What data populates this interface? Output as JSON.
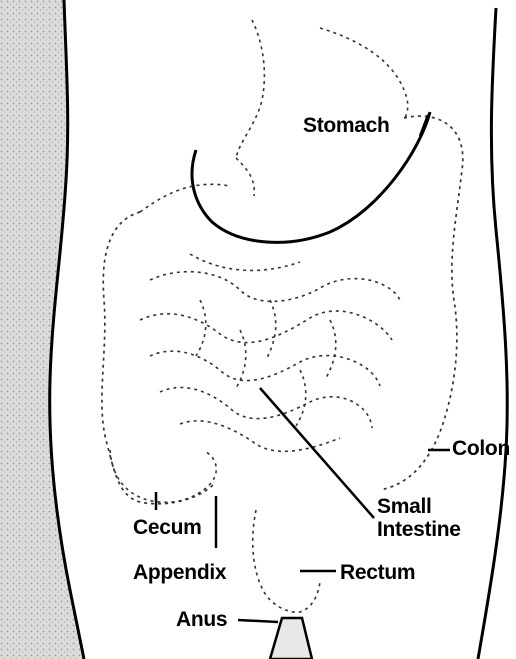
{
  "diagram": {
    "labels": {
      "stomach": "Stomach",
      "colon": "Colon",
      "small_intestine_line1": "Small",
      "small_intestine_line2": "Intestine",
      "cecum": "Cecum",
      "appendix": "Appendix",
      "rectum": "Rectum",
      "anus": "Anus"
    },
    "colors": {
      "ink": "#000000",
      "shading": "#c8c8c8",
      "background": "#ffffff"
    }
  }
}
